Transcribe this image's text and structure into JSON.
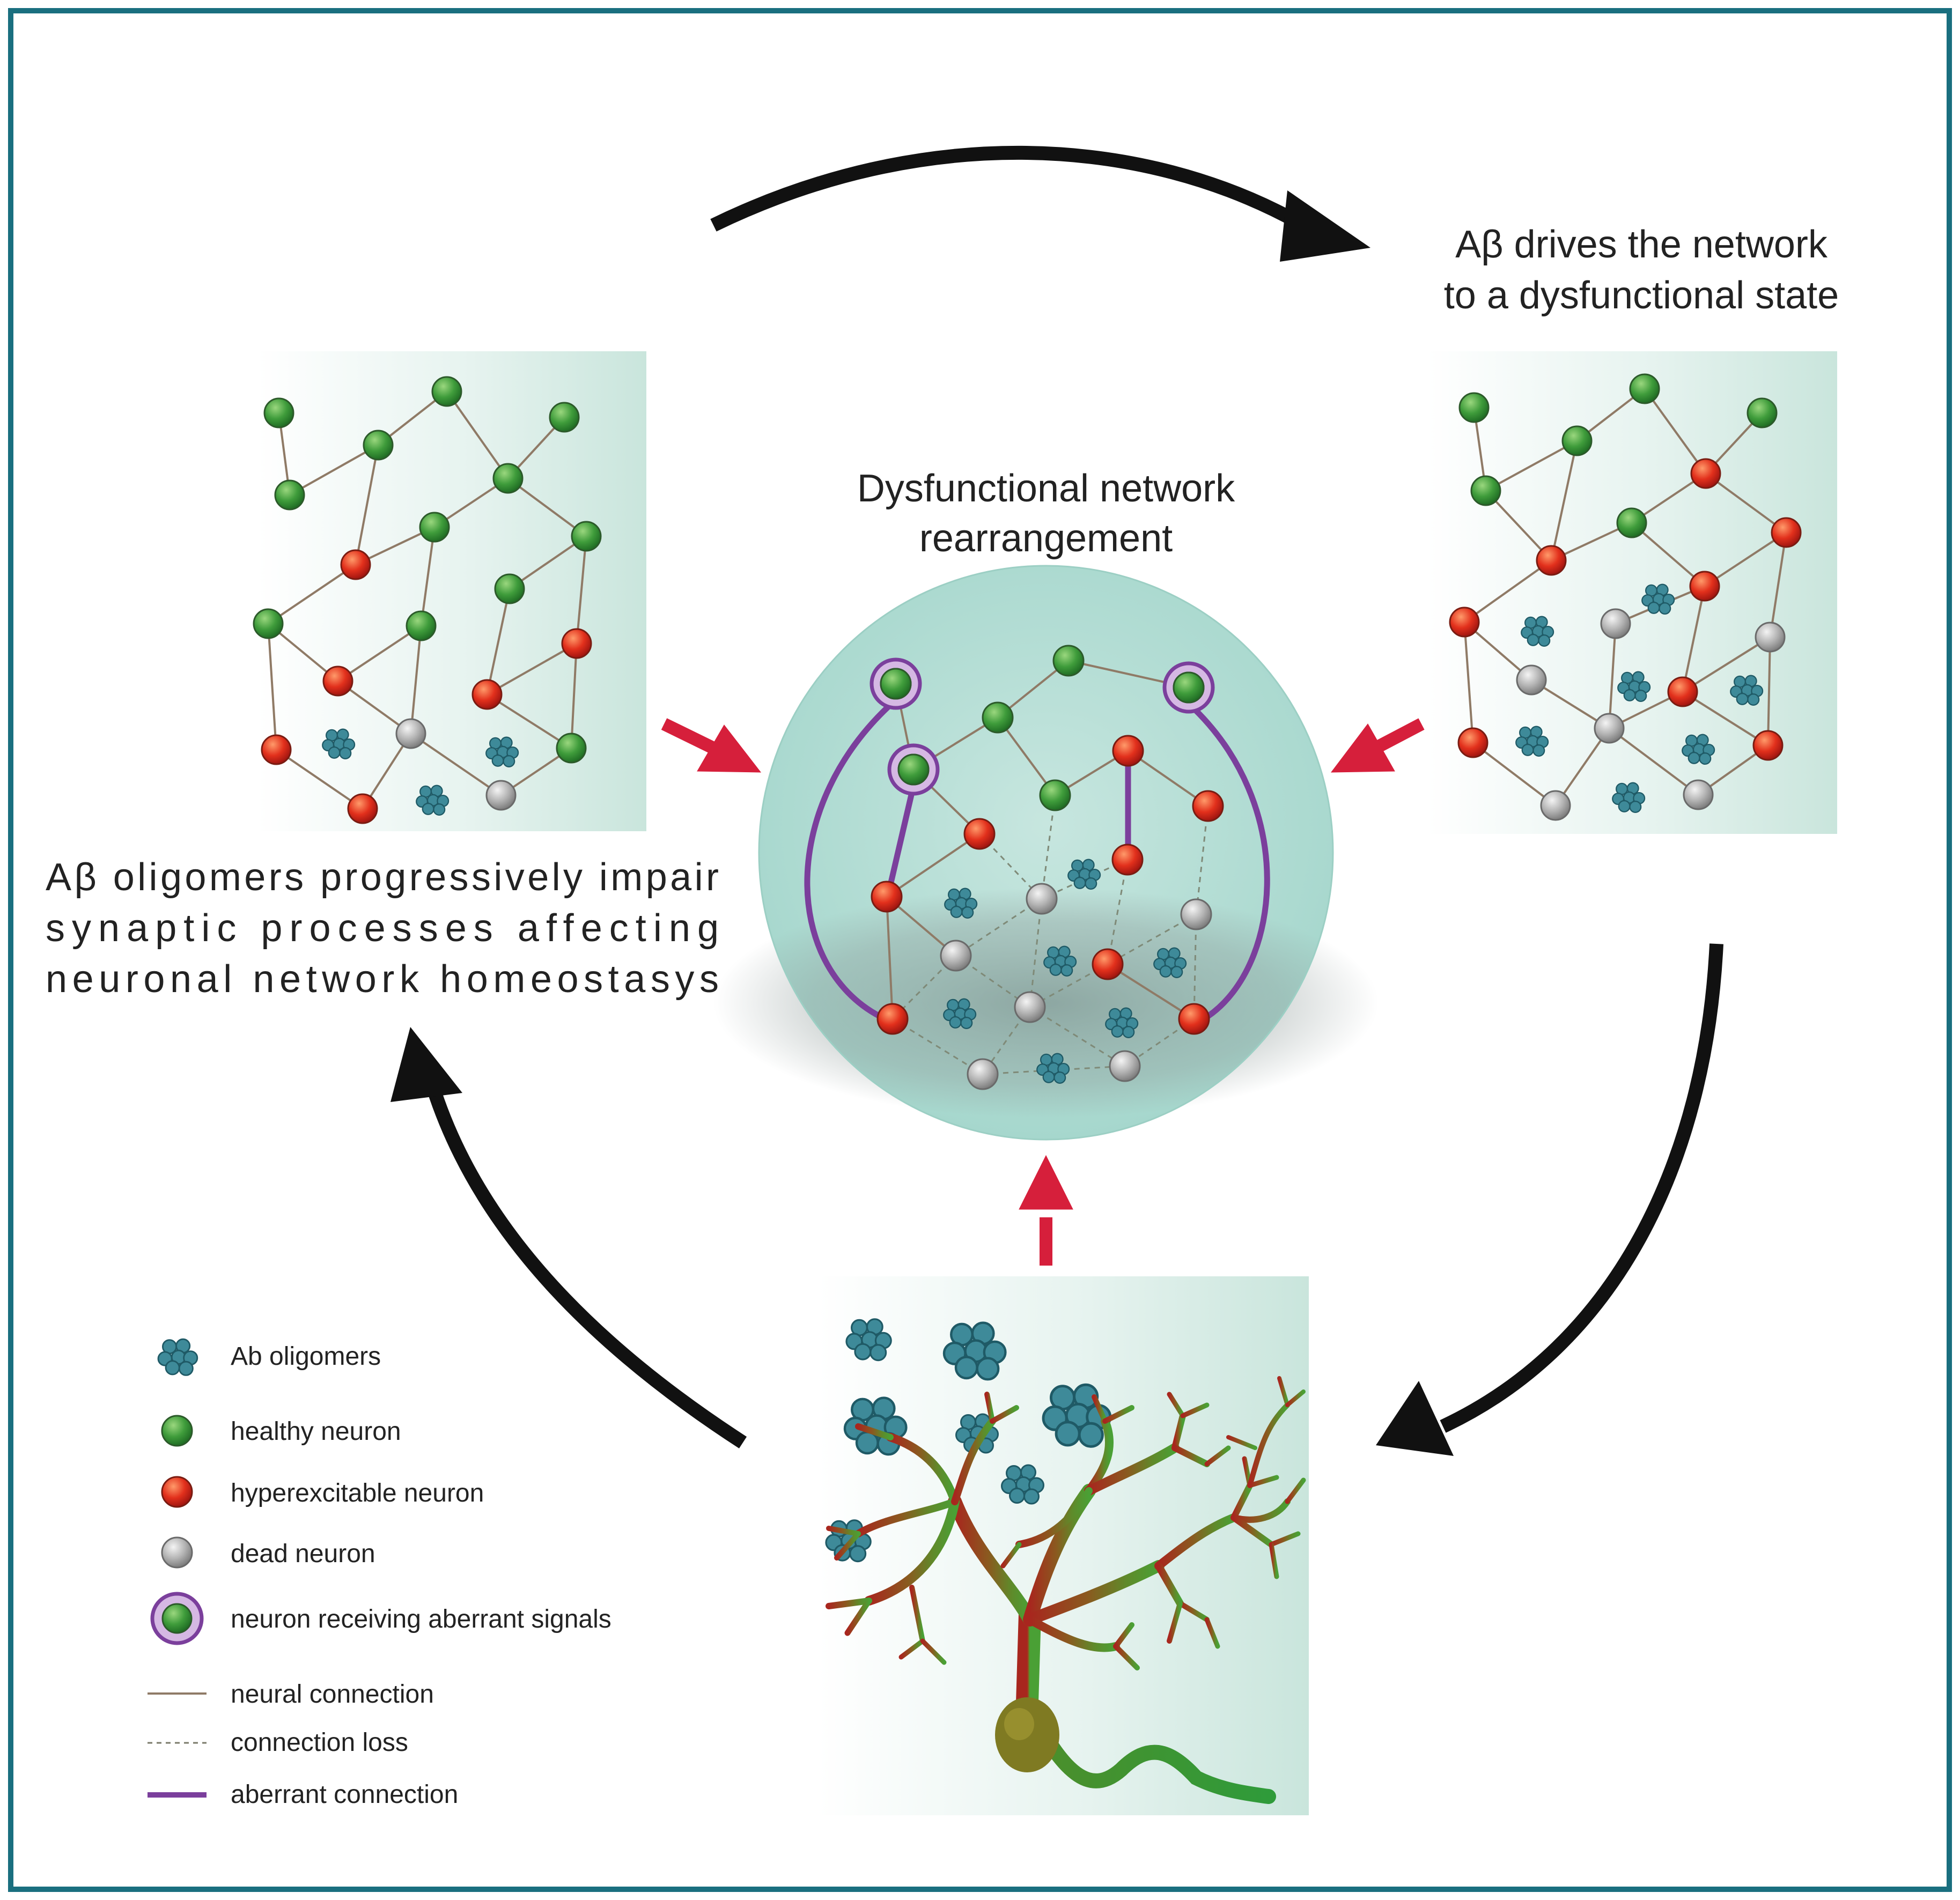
{
  "colors": {
    "frame": "#1a6f7f",
    "panel_fill": "#cfe8e1",
    "healthy": "#3f9c3b",
    "hyperexcitable": "#e2301c",
    "dead": "#a8a8a8",
    "aberrant": "#7b3f9c",
    "arrow_black": "#111111",
    "arrow_red": "#d61f3b",
    "oligomer": "#3e8a99",
    "dendrite_red": "#a8261e",
    "dendrite_green": "#4a9a30"
  },
  "texts": {
    "top_caption": [
      "Aβ drives the network",
      "to a dysfunctional state"
    ],
    "center_caption": [
      "Dysfunctional network",
      "rearrangement"
    ],
    "left_caption": [
      "Aβ oligomers progressively impair",
      "synaptic processes affecting",
      "neuronal network homeostasys"
    ]
  },
  "legend": {
    "oligomers": "Ab oligomers",
    "healthy": "healthy neuron",
    "hyperexcitable": "hyperexcitable neuron",
    "dead": "dead neuron",
    "aberrant_neuron": "neuron receiving aberrant signals",
    "neural_connection": "neural connection",
    "connection_loss": "connection loss",
    "aberrant_connection": "aberrant connection"
  },
  "icons": {
    "cycle_arrows": "curved-black-arrow-icon",
    "input_arrows": "red-arrow-icon",
    "oligomer": "oligomer-cluster-icon",
    "neuron": "neuron-circle-icon",
    "dendritic_tree": "dendritic-tree-icon"
  }
}
